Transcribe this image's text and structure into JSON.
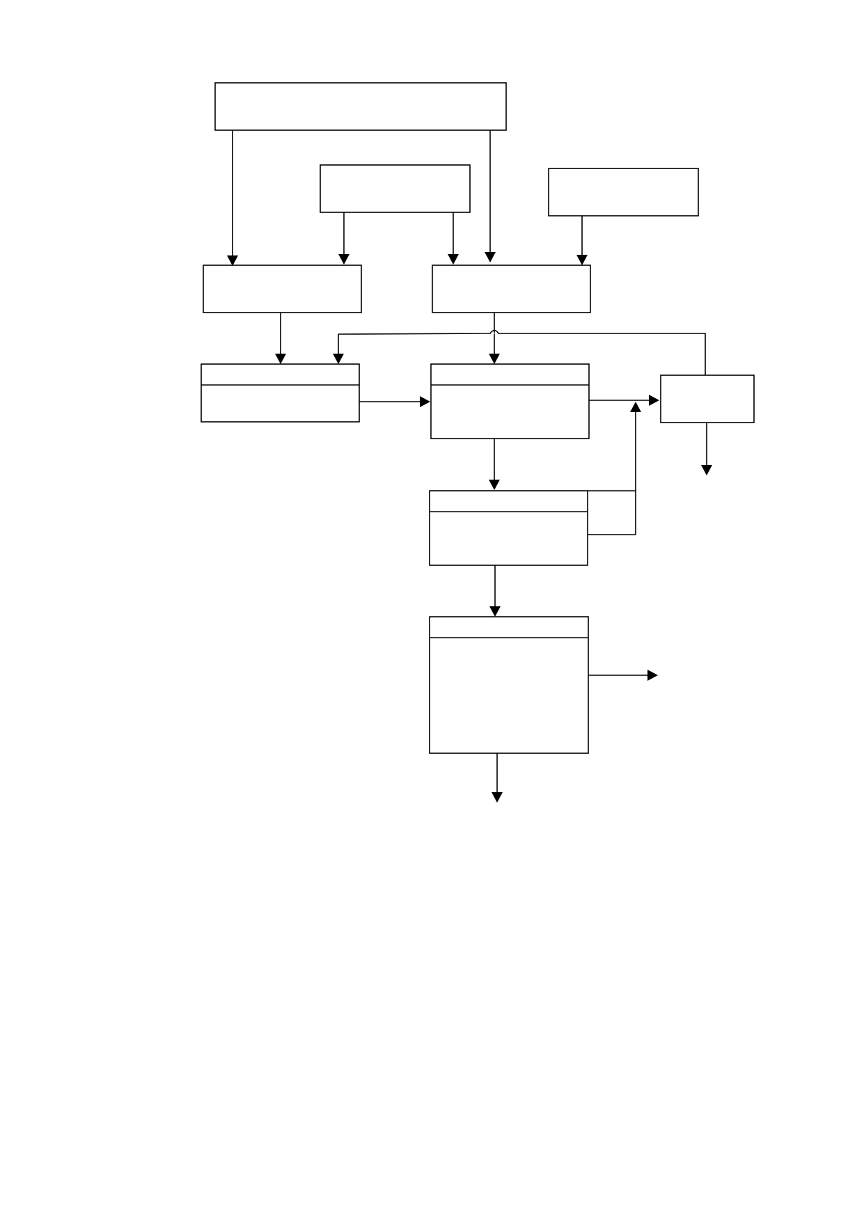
{
  "diagram": {
    "type": "flowchart",
    "colors": {
      "stroke": "#000000",
      "background": "#ffffff",
      "fill": "#ffffff"
    },
    "nodes": [
      {
        "id": "top-wide-box",
        "text": ""
      },
      {
        "id": "middle-upper-box",
        "text": ""
      },
      {
        "id": "right-upper-box",
        "text": ""
      },
      {
        "id": "left-mid-box",
        "text": ""
      },
      {
        "id": "center-mid-box",
        "text": ""
      },
      {
        "id": "left-header-box",
        "header": "",
        "text": ""
      },
      {
        "id": "center-header-box",
        "header": "",
        "text": ""
      },
      {
        "id": "right-small-box",
        "text": ""
      },
      {
        "id": "lower-header-box",
        "header": "",
        "text": ""
      },
      {
        "id": "bottom-header-box",
        "header": "",
        "text": ""
      }
    ],
    "edges": [
      {
        "from": "top-wide-box",
        "to": "left-mid-box"
      },
      {
        "from": "middle-upper-box",
        "to": "left-mid-box"
      },
      {
        "from": "middle-upper-box",
        "to": "center-mid-box"
      },
      {
        "from": "top-wide-box",
        "to": "center-mid-box"
      },
      {
        "from": "right-upper-box",
        "to": "center-mid-box"
      },
      {
        "from": "left-mid-box",
        "to": "left-header-box"
      },
      {
        "from": "center-mid-box",
        "to": "left-header-box"
      },
      {
        "from": "center-mid-box",
        "to": "center-header-box"
      },
      {
        "from": "center-mid-box",
        "to": "right-small-box"
      },
      {
        "from": "left-header-box",
        "to": "center-header-box"
      },
      {
        "from": "center-header-box",
        "to": "right-small-box"
      },
      {
        "from": "center-header-box",
        "to": "lower-header-box"
      },
      {
        "from": "lower-header-box",
        "to": "right-small-box"
      },
      {
        "from": "right-small-box",
        "to": "output"
      },
      {
        "from": "lower-header-box",
        "to": "bottom-header-box"
      },
      {
        "from": "bottom-header-box",
        "to": "output"
      },
      {
        "from": "bottom-header-box",
        "to": "output"
      }
    ]
  }
}
